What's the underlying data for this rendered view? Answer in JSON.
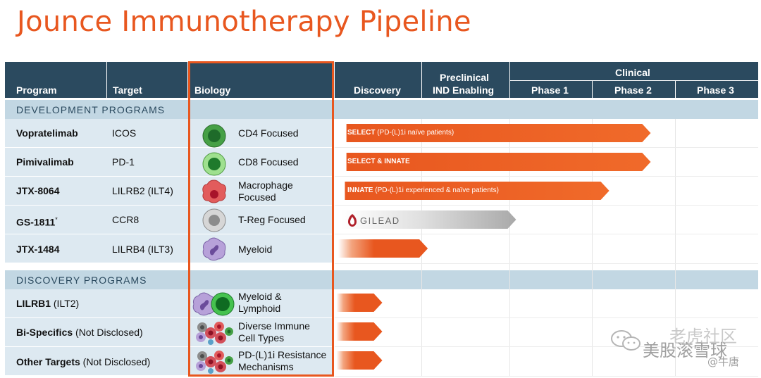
{
  "title": "Jounce Immunotherapy Pipeline",
  "columns": {
    "program": "Program",
    "target": "Target",
    "biology": "Biology",
    "discovery": "Discovery",
    "preclinical_line1": "Preclinical",
    "preclinical_line2": "IND Enabling",
    "clinical": "Clinical",
    "phase1": "Phase 1",
    "phase2": "Phase 2",
    "phase3": "Phase 3"
  },
  "sections": {
    "development": "DEVELOPMENT PROGRAMS",
    "discovery": "DISCOVERY PROGRAMS"
  },
  "dev_rows": [
    {
      "program": "Vopratelimab",
      "target": "ICOS",
      "biology_line1": "CD4 Focused",
      "biology_line2": "",
      "bar_bold": "SELECT",
      "bar_rest": " (PD-(L)1i naïve patients)",
      "progress_label": "Phase 2"
    },
    {
      "program": "Pimivalimab",
      "target": "PD-1",
      "biology_line1": "CD8 Focused",
      "biology_line2": "",
      "bar_bold": "SELECT & INNATE",
      "bar_rest": "",
      "progress_label": "Phase 2"
    },
    {
      "program": "JTX-8064",
      "target": "LILRB2 (ILT4)",
      "biology_line1": "Macrophage",
      "biology_line2": "Focused",
      "bar_bold": "INNATE",
      "bar_rest": " (PD-(L)1i experienced & naïve patients)",
      "progress_label": "Phase 1"
    },
    {
      "program": "GS-1811",
      "program_sup": "*",
      "target": "CCR8",
      "biology_line1": "T-Reg Focused",
      "biology_line2": "",
      "bar_bold": "",
      "bar_rest": "",
      "partner": "GILEAD",
      "progress_label": "Preclinical"
    },
    {
      "program": "JTX-1484",
      "target": "LILRB4 (ILT3)",
      "biology_line1": "Myeloid",
      "biology_line2": "",
      "bar_bold": "",
      "bar_rest": "",
      "progress_label": "Discovery"
    }
  ],
  "disc_rows": [
    {
      "program_bold": "LILRB1",
      "program_rest": " (ILT2)",
      "biology_line1": "Myeloid &",
      "biology_line2": "Lymphoid"
    },
    {
      "program_bold": "Bi-Specifics",
      "program_rest": "  (Not Disclosed)",
      "biology_line1": "Diverse Immune",
      "biology_line2": "Cell Types"
    },
    {
      "program_bold": "Other Targets",
      "program_rest": " (Not Disclosed)",
      "biology_line1": "PD-(L)1i Resistance",
      "biology_line2": "Mechanisms"
    }
  ],
  "watermark": {
    "line1": "老虎社区",
    "line2": "美股滚雪球",
    "line3": "@牛唐"
  },
  "colors": {
    "title": "#e8571f",
    "header_bg": "#2b4a5f",
    "section_bg": "#c2d7e3",
    "row_bg": "#dde9f1",
    "bar_orange": "#e8571f",
    "bar_gray": "#b5b5b5"
  },
  "icons": [
    "cd4-cell-icon",
    "cd8-cell-icon",
    "macrophage-cell-icon",
    "treg-cell-icon",
    "myeloid-cell-icon",
    "myeloid-lymphoid-icon",
    "immune-cells-cluster-icon",
    "resistance-cells-icon",
    "gilead-logo-icon"
  ]
}
